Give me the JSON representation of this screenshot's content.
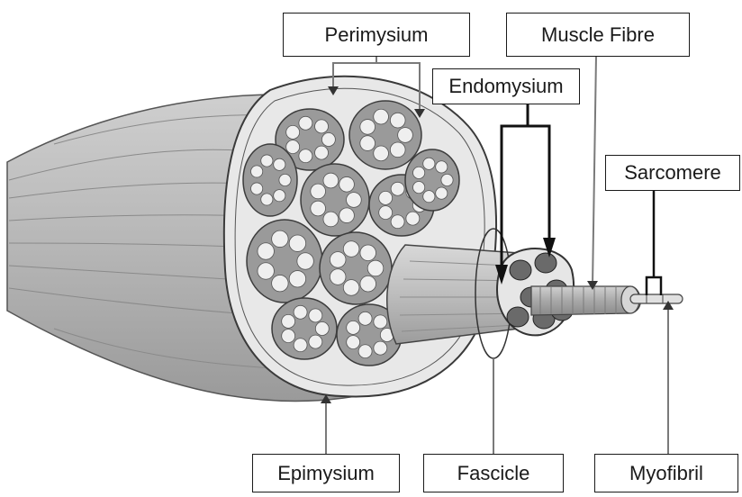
{
  "labels": {
    "perimysium": "Perimysium",
    "muscle_fibre": "Muscle Fibre",
    "endomysium": "Endomysium",
    "sarcomere": "Sarcomere",
    "epimysium": "Epimysium",
    "fascicle": "Fascicle",
    "myofibril": "Myofibril"
  },
  "colors": {
    "tissue_fill": "#b4b4b4",
    "tissue_light": "#e4e4e4",
    "fascicle_fill": "#8c8c8c",
    "fibre_fill": "#707070",
    "line": "#333333",
    "leader": "#7a7a7a"
  }
}
